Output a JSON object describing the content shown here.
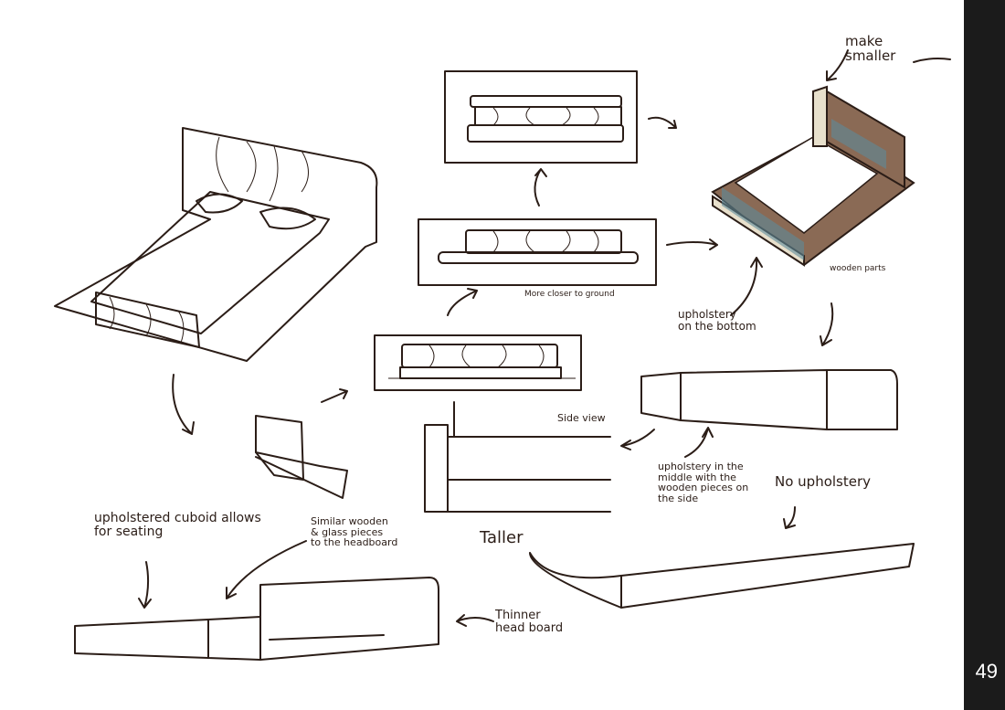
{
  "page_number": "49",
  "notes": {
    "make_smaller": "make\nsmaller",
    "wooden_parts": "wooden parts",
    "closer_to_ground": "More closer to ground",
    "upholstery_bottom": "upholstery\non the bottom",
    "side_view": "Side view",
    "upholstery_middle": "upholstery in the\nmiddle with the\nwooden pieces on\nthe side",
    "no_upholstery": "No upholstery",
    "cuboid_seating": "upholstered cuboid allows\nfor seating",
    "similar_wooden": "Similar wooden\n& glass pieces\nto the headboard",
    "taller": "Taller",
    "thinner_headboard": "Thinner\nhead board"
  },
  "colors": {
    "ink": "#2b1d17",
    "wood": "#8a6a55",
    "cream": "#e8e0cc",
    "blue": "#5d8a99",
    "sidebar": "#1b1b1b"
  }
}
